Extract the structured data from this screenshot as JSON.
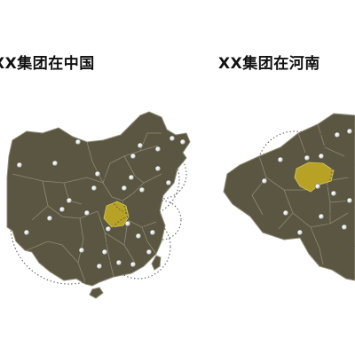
{
  "left_panel": {
    "title": "XX集团在中国",
    "highlight_region": "河南",
    "marker_count": 30,
    "colors": {
      "land": "#5a5642",
      "border": "#8e8a74",
      "highlight": "#b8a226",
      "circle": "#555555",
      "marker": "#ffffff"
    }
  },
  "right_panel": {
    "title": "XX集团在河南",
    "highlight_region": "郑州",
    "marker_count": 13,
    "colors": {
      "land": "#5a5642",
      "border": "#8e8a74",
      "highlight": "#b8a226",
      "circle": "#555555",
      "marker": "#ffffff"
    }
  }
}
